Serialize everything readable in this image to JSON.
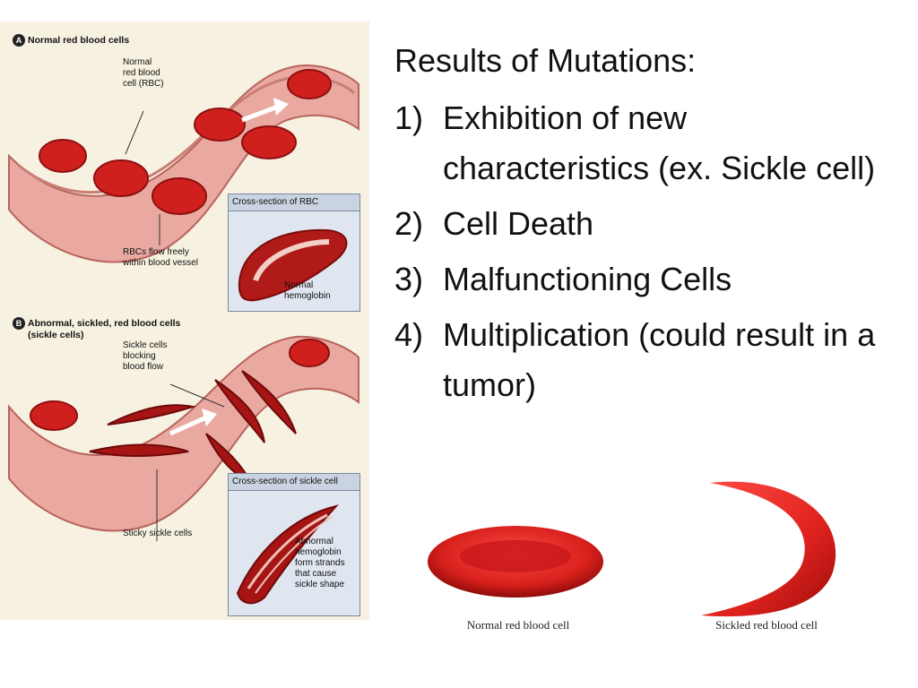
{
  "diagram": {
    "section_a": {
      "badge": "A",
      "title": "Normal red blood cells"
    },
    "section_b": {
      "badge": "B",
      "title": "Abnormal, sickled, red blood cells",
      "subtitle": "(sickle cells)"
    },
    "callouts": {
      "normal_rbc": [
        "Normal",
        "red blood",
        "cell (RBC)"
      ],
      "flow_freely": [
        "RBCs flow freely",
        "within blood vessel"
      ],
      "normal_hemoglobin": [
        "Normal",
        "hemoglobin"
      ],
      "sickle_blocking": [
        "Sickle cells",
        "blocking",
        "blood flow"
      ],
      "sticky_sickle": "Sticky sickle cells",
      "abnormal_hemoglobin": [
        "Abnormal",
        "hemoglobin",
        "form strands",
        "that cause",
        "sickle shape"
      ]
    },
    "inset_rbc_title": "Cross-section of RBC",
    "inset_sickle_title": "Cross-section of sickle cell"
  },
  "content": {
    "heading": "Results of Mutations:",
    "items": [
      {
        "num": "1)",
        "text": "Exhibition of new characteristics (ex. Sickle cell)"
      },
      {
        "num": "2)",
        "text": "Cell Death"
      },
      {
        "num": "3)",
        "text": "Malfunctioning Cells"
      },
      {
        "num": "4)",
        "text": "Multiplication (could result in a tumor)"
      }
    ]
  },
  "captions": {
    "normal": "Normal red blood cell",
    "sickled": "Sickled red blood cell"
  },
  "colors": {
    "cell_red": "#d0201e",
    "vessel_pink": "#e9a9a0",
    "inset_blue": "#dfe6f0"
  }
}
